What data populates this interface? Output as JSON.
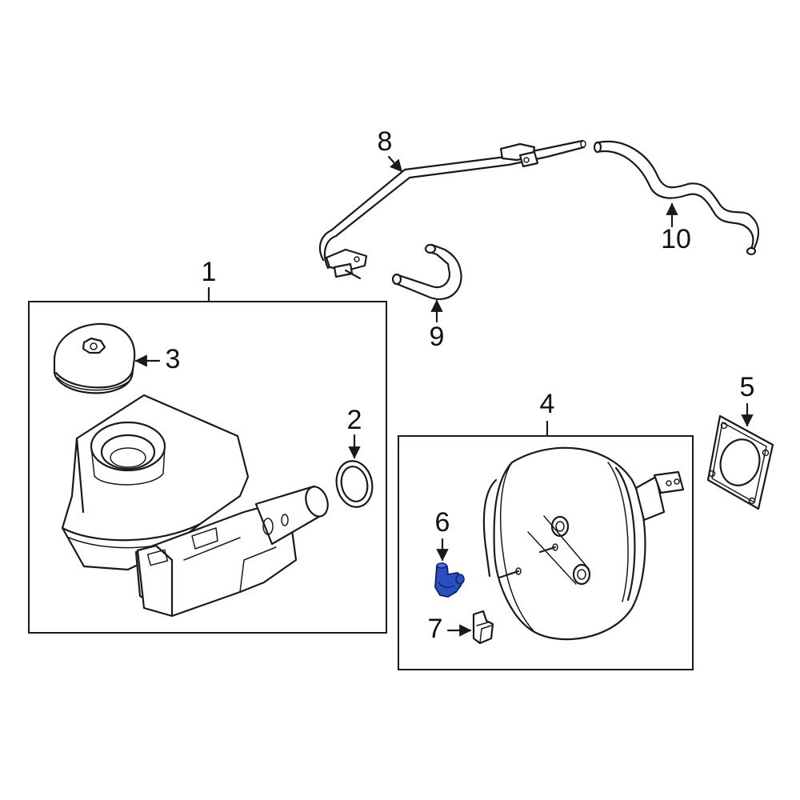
{
  "callouts": {
    "c1": "1",
    "c2": "2",
    "c3": "3",
    "c4": "4",
    "c5": "5",
    "c6": "6",
    "c7": "7",
    "c8": "8",
    "c9": "9",
    "c10": "10"
  },
  "colors": {
    "highlight": "#2b4fc1",
    "line": "#1a1a1a",
    "background": "#ffffff"
  }
}
